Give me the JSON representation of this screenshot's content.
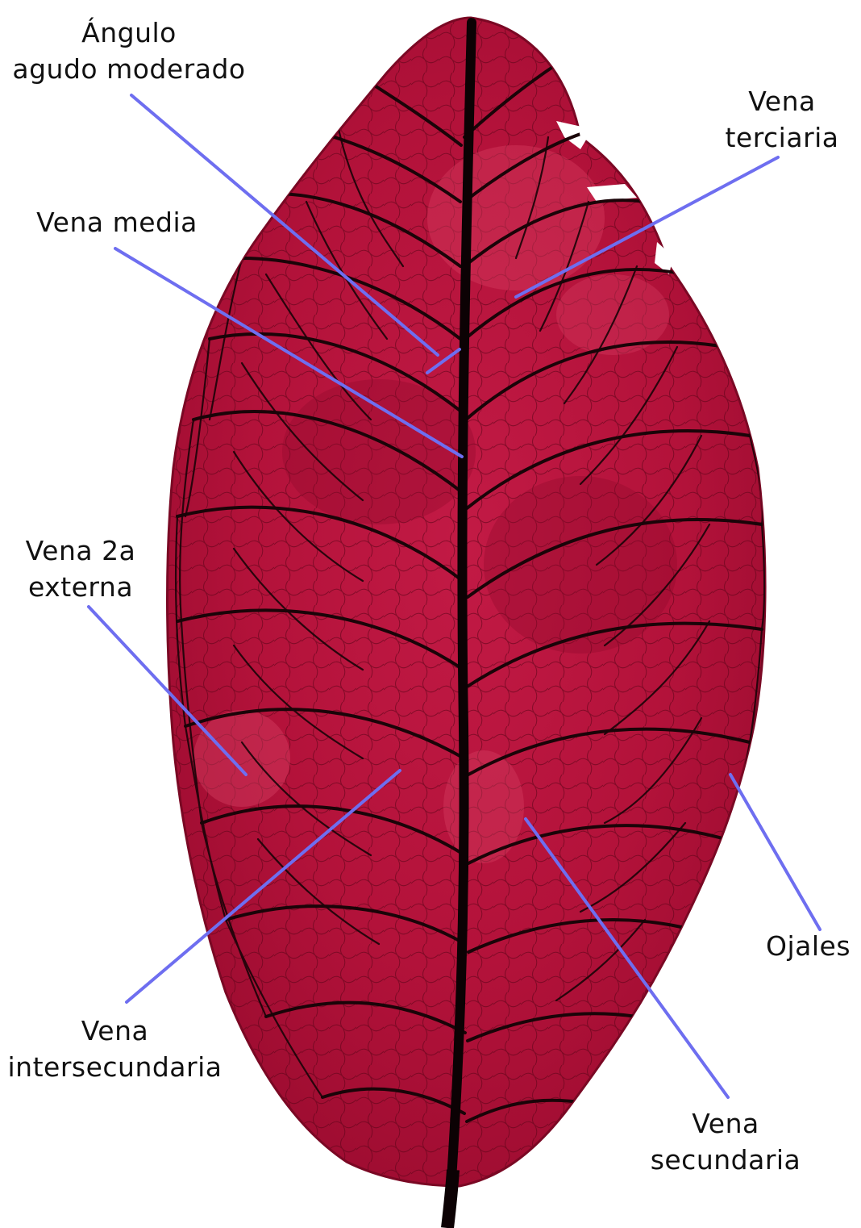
{
  "figure": {
    "leaf_colors": {
      "blade": "#b8143c",
      "blade_light": "#d42a52",
      "blade_dark": "#8a0a2a",
      "veins": "#1a0408",
      "pointer_lines": "#6e6ef0"
    },
    "labels": {
      "angulo": {
        "line1": "Ángulo",
        "line2": "agudo moderado"
      },
      "terciaria": {
        "line1": "Vena",
        "line2": "terciaria"
      },
      "media": {
        "line1": "Vena media"
      },
      "externa": {
        "line1": "Vena 2a",
        "line2": "externa"
      },
      "ojales": {
        "line1": "Ojales"
      },
      "intersecundaria": {
        "line1": "Vena",
        "line2": "intersecundaria"
      },
      "secundaria": {
        "line1": "Vena",
        "line2": "secundaria"
      }
    }
  }
}
